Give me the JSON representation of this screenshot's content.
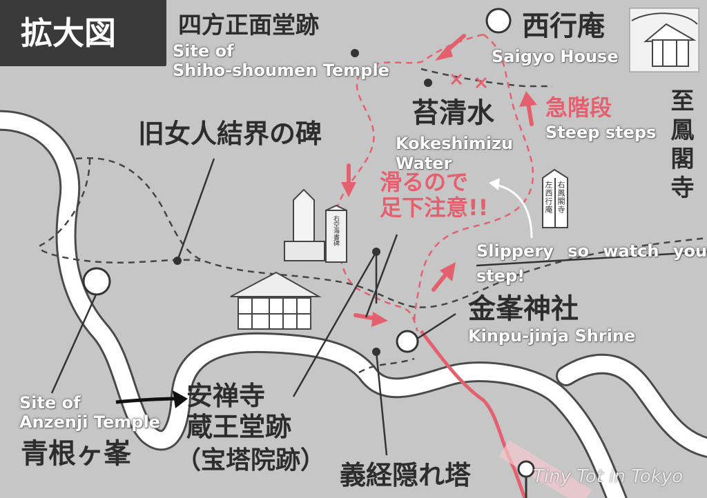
{
  "map": {
    "badge": "拡大図",
    "sites": {
      "shiho": {
        "jp": "四方正面堂跡",
        "en_line1": "Site of",
        "en_line2": "Shiho-shoumen Temple"
      },
      "saigyo": {
        "jp": "西行庵",
        "en": "Saigyo House"
      },
      "kokeshimizu": {
        "jp": "苔清水",
        "en_line1": "Kokeshimizu",
        "en_line2": "Water"
      },
      "monument": {
        "jp": "旧女人結界の碑"
      },
      "steep": {
        "jp": "急階段",
        "en": "Steep steps"
      },
      "direction": {
        "jp": "至鳳閣寺"
      },
      "slippery": {
        "jp_line1": "滑るので",
        "jp_line2": "足下注意!!",
        "en_line1": "Slippery so watch your",
        "en_line2": "step!"
      },
      "kinpu": {
        "jp": "金峯神社",
        "en": "Kinpu-jinja Shrine"
      },
      "anzenji": {
        "jp_line1": "安禅寺",
        "jp_line2": "蔵王堂跡",
        "jp_line3": "（宝塔院跡）",
        "en_line1": "Site of",
        "en_line2": "Anzenji Temple"
      },
      "aone": {
        "jp": "青根ヶ峯"
      },
      "yoshitsune": {
        "jp": "義経隠れ塔"
      }
    },
    "signpost": {
      "left": "左西行庵",
      "right": "右鳳閣寺"
    },
    "pillar_text": "右空海書碑",
    "watermark": "Tiny Tot in Tokyo",
    "colors": {
      "road": "#ffffff",
      "road_outline": "#4a4a4a",
      "trail": "#444444",
      "route": "#e4606f",
      "background": "#c6c6c6"
    }
  }
}
